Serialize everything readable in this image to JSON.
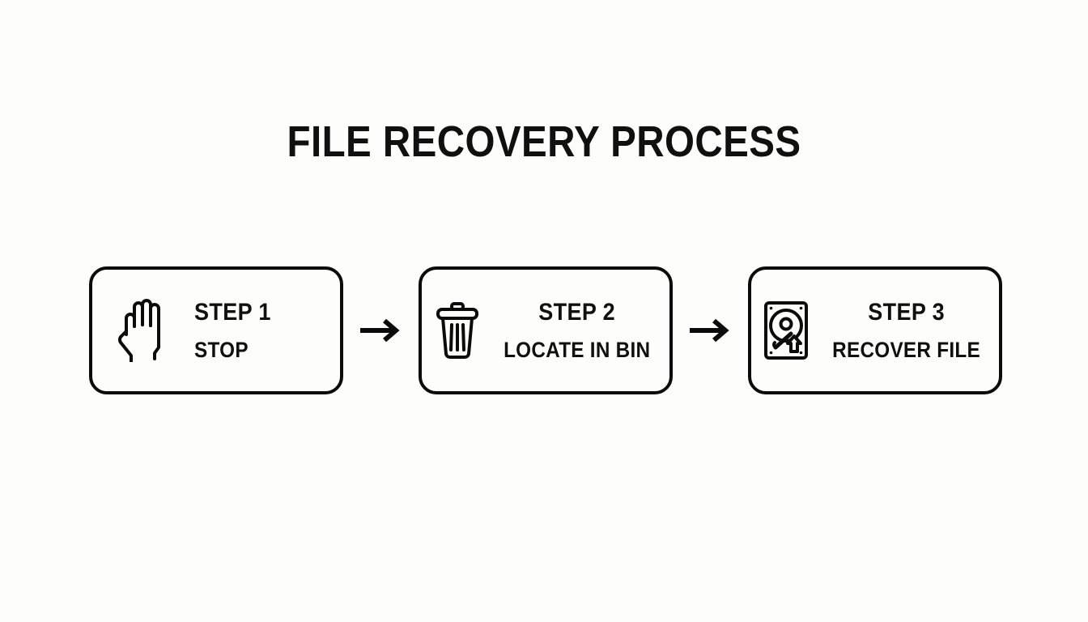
{
  "page": {
    "title": "FILE RECOVERY PROCESS",
    "background_color": "#fdfdfc",
    "ink_color": "#0b0b0b"
  },
  "flow": {
    "steps": [
      {
        "label": "STEP 1",
        "action": "STOP",
        "icon": "hand-palm-icon"
      },
      {
        "label": "STEP 2",
        "action": "LOCATE IN BIN",
        "icon": "trash-bin-icon"
      },
      {
        "label": "STEP 3",
        "action": "RECOVER FILE",
        "icon": "hard-drive-recover-icon"
      }
    ],
    "connectors": [
      {
        "icon": "arrow-right-icon"
      },
      {
        "icon": "arrow-right-icon"
      }
    ]
  }
}
